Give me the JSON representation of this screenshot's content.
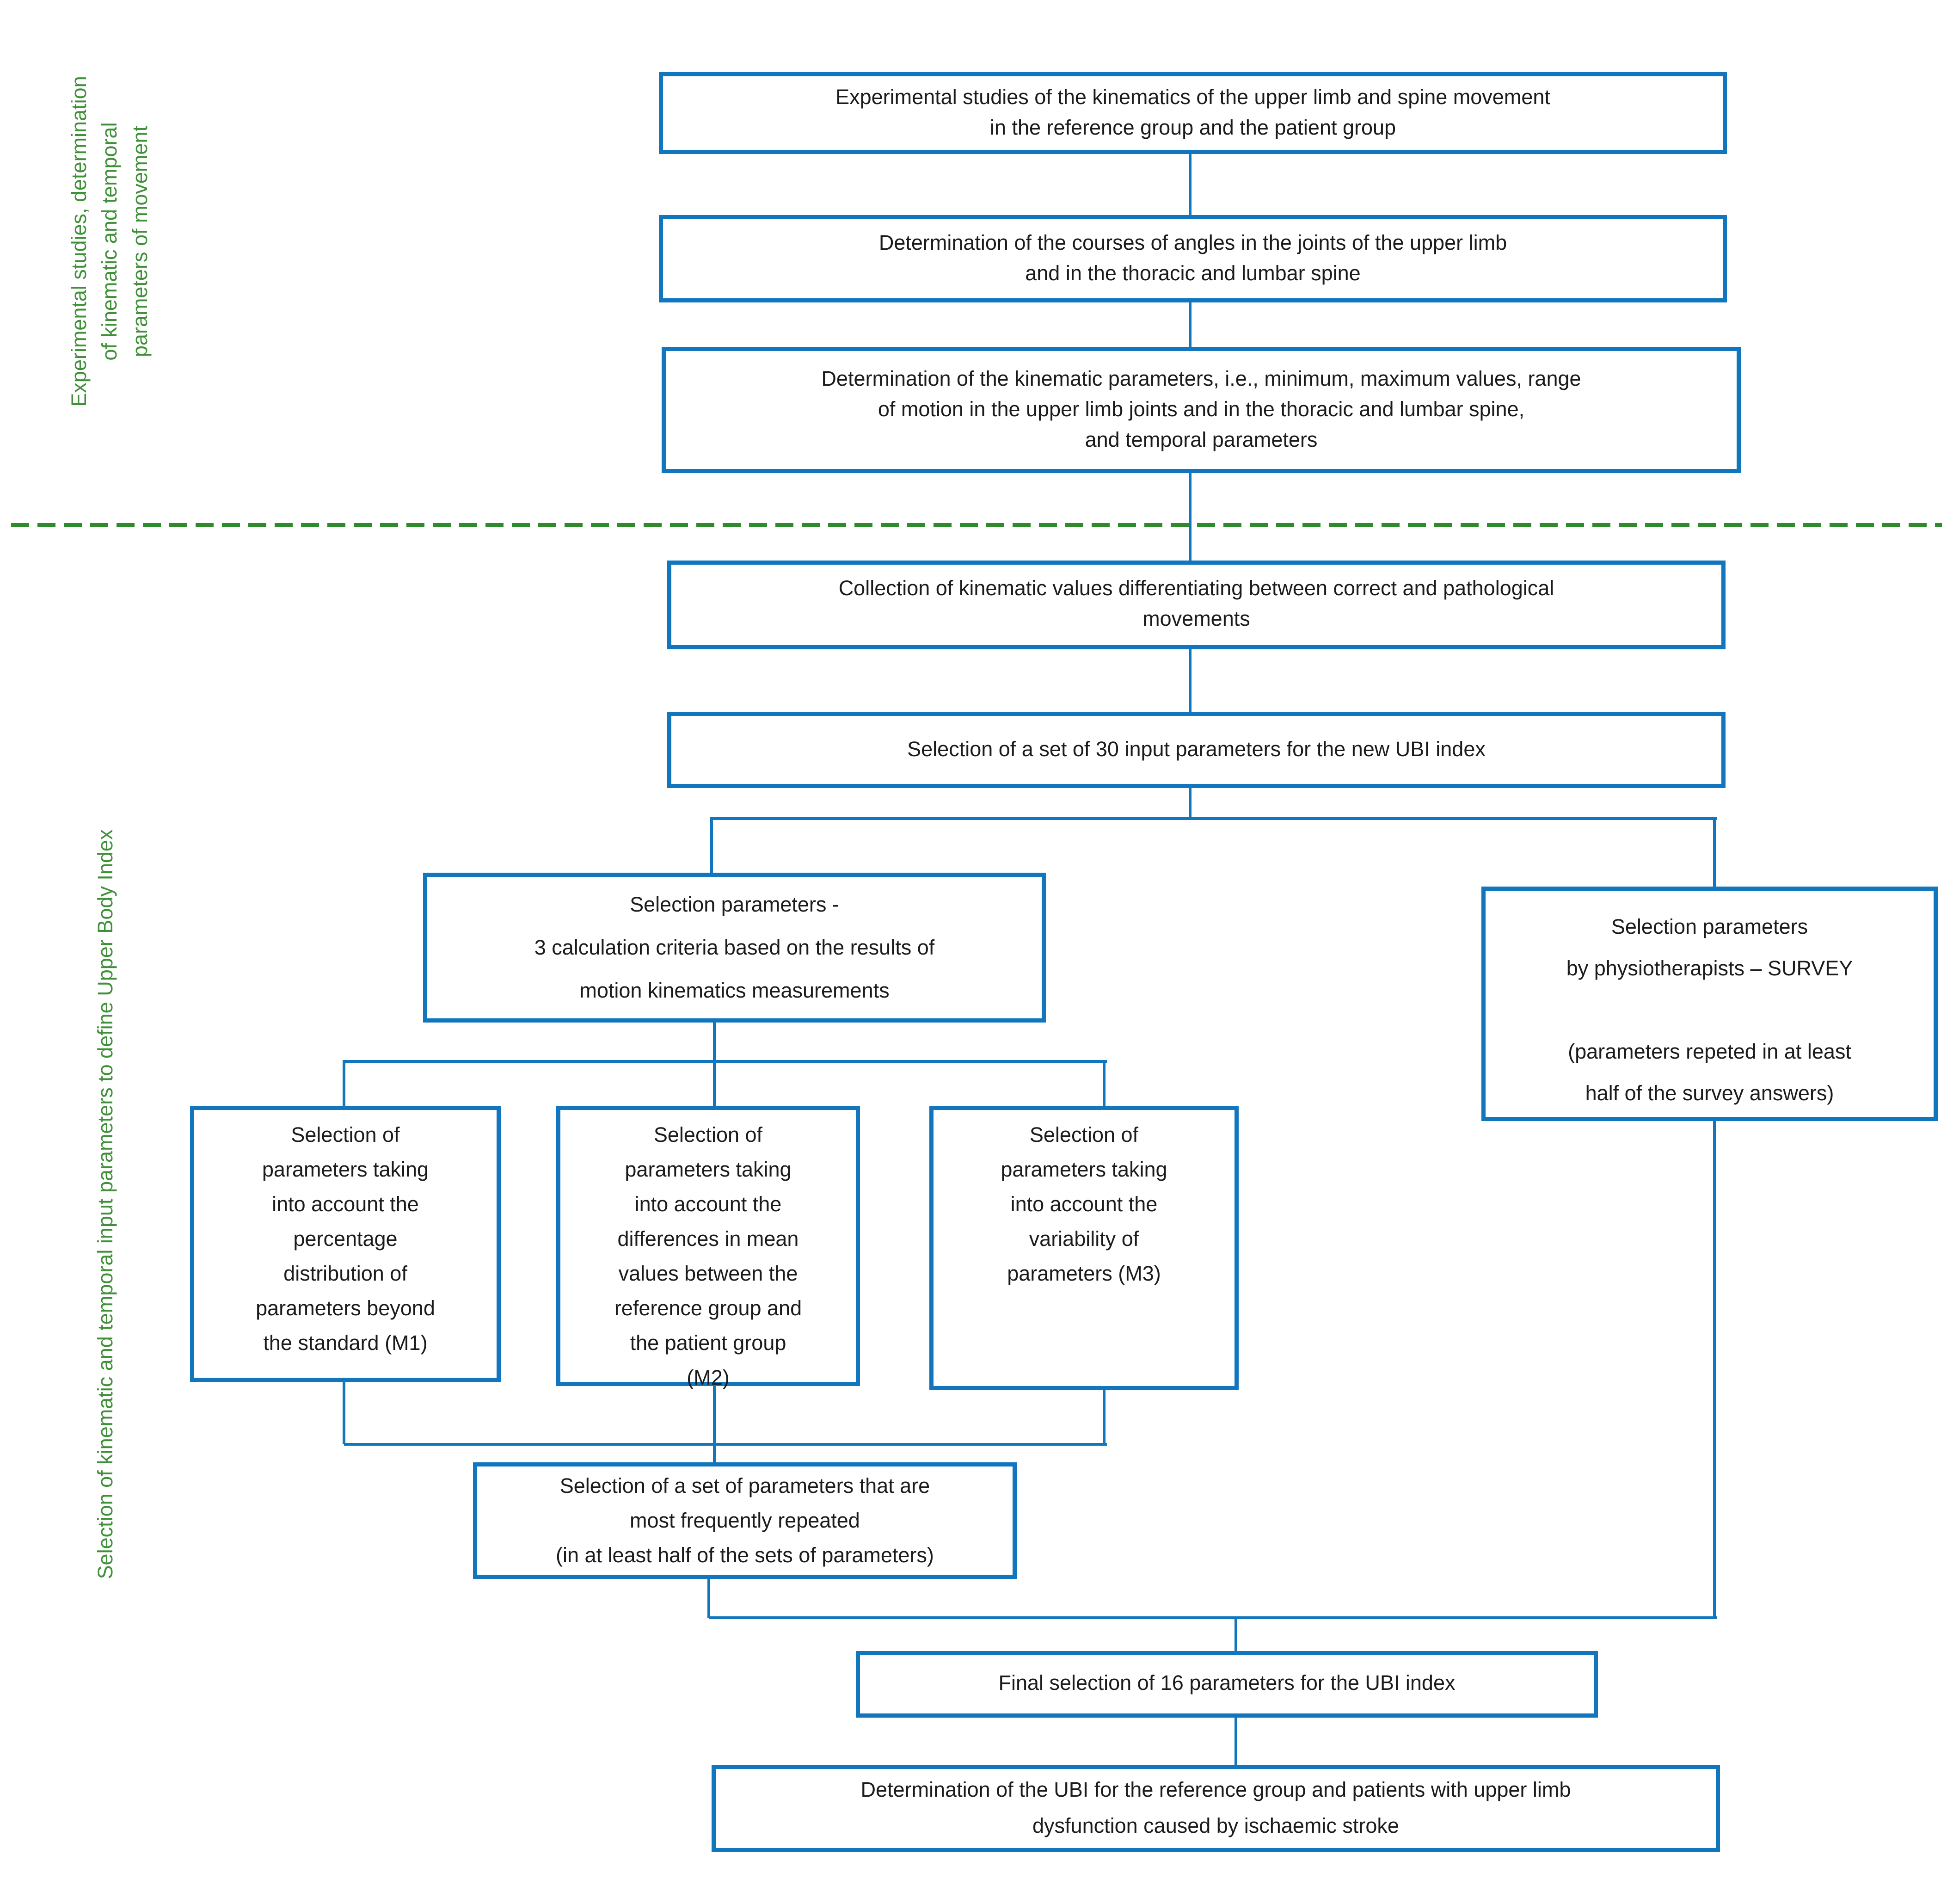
{
  "diagram": {
    "colors": {
      "box_border": "#1176BE",
      "connector": "#1176BE",
      "divider_dash_green": "#2E8B2C",
      "side_label_green": "#3F9038",
      "text": "#1B1B1B",
      "background": "#FFFFFF"
    },
    "side_labels": {
      "phase1": "Experimental studies, determination\nof kinematic and temporal\nparameters of movement",
      "phase2": "Selection of kinematic and temporal input parameters to define Upper Body Index"
    },
    "boxes": {
      "experimental_studies": "Experimental studies of the kinematics of the upper limb and spine movement\nin the reference group and the patient group",
      "courses_of_angles": "Determination of the courses of angles in the joints of the upper limb\nand in the thoracic and lumbar spine",
      "kinematic_parameters": "Determination of the kinematic parameters, i.e., minimum, maximum values, range\nof motion in the upper limb joints and in the thoracic and lumbar spine,\nand temporal parameters",
      "collection_values": "Collection of kinematic values differentiating between correct and pathological\nmovements",
      "selection_30_inputs": "Selection of a set of 30 input parameters for the new UBI index",
      "calculation_criteria": "Selection parameters  -\n3 calculation criteria based on the results of\nmotion kinematics measurements",
      "survey": "Selection parameters\nby physiotherapists – SURVEY\n\n(parameters repeted in at least\nhalf of the survey answers)",
      "m1": "Selection of\nparameters taking\ninto account the\npercentage\ndistribution of\nparameters beyond\nthe standard (M1)",
      "m2": "Selection of\nparameters taking\ninto account the\ndifferences in mean\nvalues between the\nreference group and\nthe patient group\n(M2)",
      "m3": "Selection of\nparameters taking\ninto account the\nvariability of\nparameters (M3)",
      "most_frequent": "Selection of a set of parameters that are\nmost frequently repeated\n(in at least half of the sets of parameters)",
      "final_16": "Final selection of 16 parameters for the UBI index",
      "determination_ubi": "Determination of the UBI for the reference group and patients with upper limb\ndysfunction caused by ischaemic stroke"
    }
  }
}
